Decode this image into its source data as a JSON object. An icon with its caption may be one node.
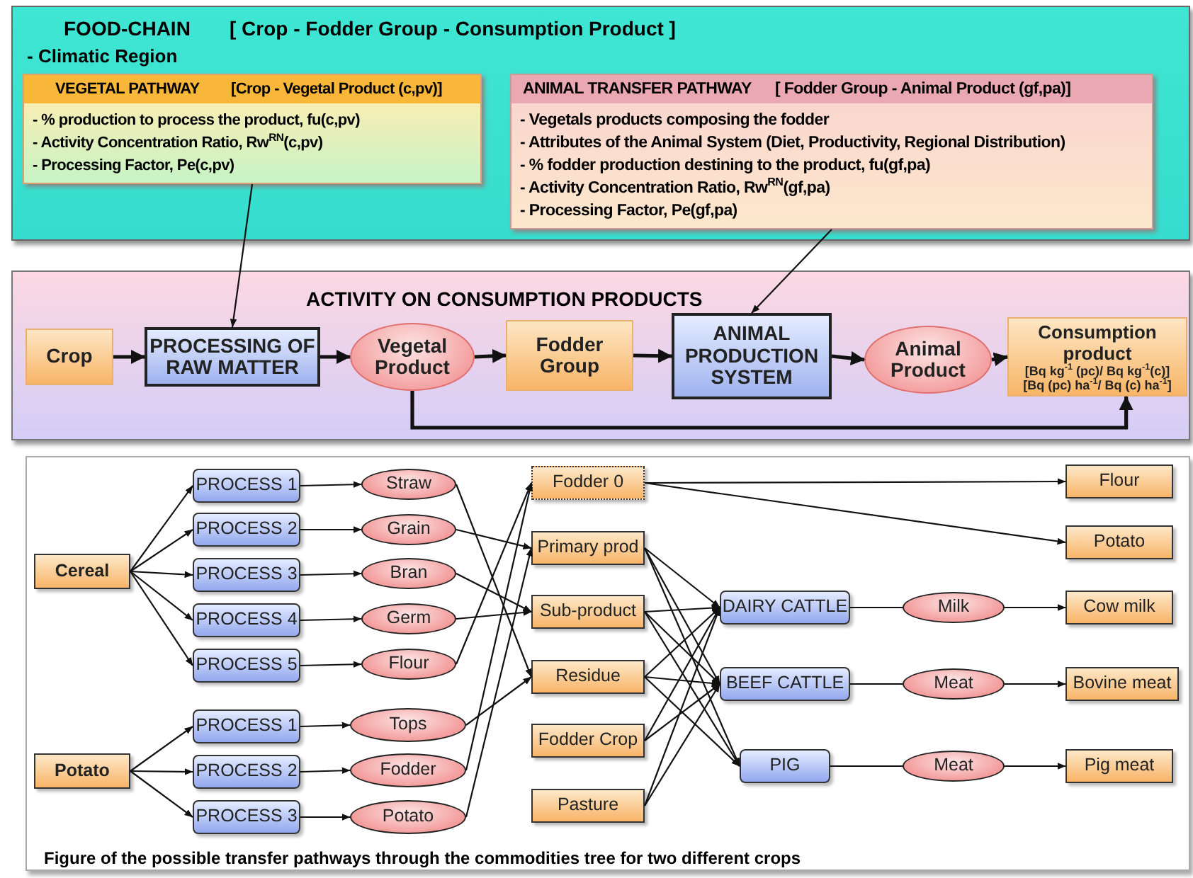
{
  "diagram": {
    "nodes": [
      {
        "text": [
          "FOOD-CHAIN",
          "[ Crop - Fodder Group - Consumption Product ]",
          "- Climatic Region"
        ]
      },
      {
        "text": [
          "VEGETAL PATHWAY",
          "[Crop - Vegetal Product (c,pv)]",
          "- % production to process the product, fu(c,pv)",
          "- Activity Concentration Ratio, Rw$^{RN}$(c,pv)",
          "- Processing Factor, Pe(c,pv)"
        ],
        "in": 0
      },
      {
        "text": [
          "ANIMAL TRANSFER PATHWAY",
          "[ Fodder Group - Animal Product (gf,pa)]",
          "- Vegetals products composing the fodder",
          "- Attributes of the Animal System (Diet, Productivity, Regional Distribution)",
          "- % fodder production destining to the product, fu(gf,pa)",
          "- Activity Concentration Ratio, Rw$^{RN}$(gf,pa)",
          "- Processing Factor, Pe(gf,pa)"
        ],
        "in": 0
      },
      {
        "text": [
          "ACTIVITY ON CONSUMPTION PRODUCTS"
        ]
      },
      {
        "text": [
          "Crop"
        ],
        "in": 3
      },
      {
        "text": [
          "PROCESSING OF RAW MATTER"
        ],
        "in": 3
      },
      {
        "text": [
          "Vegetal Product"
        ],
        "in": 3
      },
      {
        "text": [
          "Fodder Group"
        ],
        "in": 3
      },
      {
        "text": [
          "ANIMAL PRODUCTION SYSTEM"
        ],
        "in": 3
      },
      {
        "text": [
          "Animal Product"
        ],
        "in": 3
      },
      {
        "text": [
          "Consumption product",
          "[Bq kg$^{-1}$ (pc)/ Bq kg$^{-1}$(c)]",
          "[Bq (pc) ha$^{-1}$/ Bq (c) ha$^{-1}$]"
        ],
        "in": 3
      },
      {
        "text": [
          "Figure of the possible transfer pathways through the commodities tree for two different crops"
        ]
      },
      {
        "text": [
          "Cereal"
        ],
        "in": 11
      },
      {
        "text": [
          "Potato"
        ],
        "in": 11
      },
      {
        "text": [
          "PROCESS 1"
        ],
        "in": 11
      },
      {
        "text": [
          "PROCESS 2"
        ],
        "in": 11
      },
      {
        "text": [
          "PROCESS 3"
        ],
        "in": 11
      },
      {
        "text": [
          "PROCESS 4"
        ],
        "in": 11
      },
      {
        "text": [
          "PROCESS 5"
        ],
        "in": 11
      },
      {
        "text": [
          "PROCESS 1"
        ],
        "in": 11
      },
      {
        "text": [
          "PROCESS 2"
        ],
        "in": 11
      },
      {
        "text": [
          "PROCESS 3"
        ],
        "in": 11
      },
      {
        "text": [
          "Straw"
        ],
        "in": 11
      },
      {
        "text": [
          "Grain"
        ],
        "in": 11
      },
      {
        "text": [
          "Bran"
        ],
        "in": 11
      },
      {
        "text": [
          "Germ"
        ],
        "in": 11
      },
      {
        "text": [
          "Flour"
        ],
        "in": 11
      },
      {
        "text": [
          "Tops"
        ],
        "in": 11
      },
      {
        "text": [
          "Fodder"
        ],
        "in": 11
      },
      {
        "text": [
          "Potato"
        ],
        "in": 11
      },
      {
        "text": [
          "Fodder 0"
        ],
        "in": 11
      },
      {
        "text": [
          "Primary prod"
        ],
        "in": 11
      },
      {
        "text": [
          "Sub-product"
        ],
        "in": 11
      },
      {
        "text": [
          "Residue"
        ],
        "in": 11
      },
      {
        "text": [
          "Fodder Crop"
        ],
        "in": 11
      },
      {
        "text": [
          "Pasture"
        ],
        "in": 11
      },
      {
        "text": [
          "DAIRY CATTLE"
        ],
        "in": 11
      },
      {
        "text": [
          "BEEF CATTLE"
        ],
        "in": 11
      },
      {
        "text": [
          "PIG"
        ],
        "in": 11
      },
      {
        "text": [
          "Milk"
        ],
        "in": 11
      },
      {
        "text": [
          "Meat"
        ],
        "in": 11
      },
      {
        "text": [
          "Meat"
        ],
        "in": 11
      },
      {
        "text": [
          "Flour"
        ],
        "in": 11
      },
      {
        "text": [
          "Potato"
        ],
        "in": 11
      },
      {
        "text": [
          "Cow milk"
        ],
        "in": 11
      },
      {
        "text": [
          "Bovine meat"
        ],
        "in": 11
      },
      {
        "text": [
          "Pig meat"
        ],
        "in": 11
      }
    ],
    "edges": [
      {
        "from": 1,
        "to": 5,
        "arrow": "to"
      },
      {
        "from": 2,
        "to": 8,
        "arrow": "to"
      },
      {
        "from": 4,
        "to": 5,
        "arrow": "to",
        "style": "thick"
      },
      {
        "from": 5,
        "to": 6,
        "arrow": "to",
        "style": "thick"
      },
      {
        "from": 6,
        "to": 7,
        "arrow": "to",
        "style": "thick"
      },
      {
        "from": 7,
        "to": 8,
        "arrow": "to",
        "style": "thick"
      },
      {
        "from": 8,
        "to": 9,
        "arrow": "to",
        "style": "thick"
      },
      {
        "from": 9,
        "to": 10,
        "arrow": "to",
        "style": "thick"
      },
      {
        "from": 6,
        "to": 10,
        "arrow": "to",
        "style": "thick"
      },
      {
        "from": 12,
        "to": 14,
        "arrow": "to"
      },
      {
        "from": 12,
        "to": 15,
        "arrow": "to"
      },
      {
        "from": 12,
        "to": 16,
        "arrow": "to"
      },
      {
        "from": 12,
        "to": 17,
        "arrow": "to"
      },
      {
        "from": 12,
        "to": 18,
        "arrow": "to"
      },
      {
        "from": 13,
        "to": 19,
        "arrow": "to"
      },
      {
        "from": 13,
        "to": 20,
        "arrow": "to"
      },
      {
        "from": 13,
        "to": 21,
        "arrow": "to"
      },
      {
        "from": 14,
        "to": 22,
        "arrow": "to"
      },
      {
        "from": 15,
        "to": 23,
        "arrow": "to"
      },
      {
        "from": 16,
        "to": 24,
        "arrow": "to"
      },
      {
        "from": 17,
        "to": 25,
        "arrow": "to"
      },
      {
        "from": 18,
        "to": 26,
        "arrow": "to"
      },
      {
        "from": 19,
        "to": 27,
        "arrow": "to"
      },
      {
        "from": 20,
        "to": 28,
        "arrow": "to"
      },
      {
        "from": 21,
        "to": 29,
        "arrow": "to"
      },
      {
        "from": 22,
        "to": 33,
        "arrow": "to"
      },
      {
        "from": 23,
        "to": 31,
        "arrow": "to"
      },
      {
        "from": 24,
        "to": 32,
        "arrow": "to"
      },
      {
        "from": 25,
        "to": 32,
        "arrow": "to"
      },
      {
        "from": 26,
        "to": 30,
        "arrow": "to"
      },
      {
        "from": 27,
        "to": 33,
        "arrow": "to"
      },
      {
        "from": 28,
        "to": 30,
        "arrow": "to"
      },
      {
        "from": 29,
        "to": 31,
        "arrow": "to"
      },
      {
        "from": 30,
        "to": 42,
        "arrow": "to"
      },
      {
        "from": 30,
        "to": 43,
        "arrow": "to"
      },
      {
        "from": 31,
        "to": 36,
        "arrow": "to"
      },
      {
        "from": 31,
        "to": 37,
        "arrow": "to"
      },
      {
        "from": 31,
        "to": 38,
        "arrow": "to"
      },
      {
        "from": 32,
        "to": 36,
        "arrow": "to"
      },
      {
        "from": 32,
        "to": 37,
        "arrow": "to"
      },
      {
        "from": 32,
        "to": 38,
        "arrow": "to"
      },
      {
        "from": 33,
        "to": 36,
        "arrow": "to"
      },
      {
        "from": 33,
        "to": 37,
        "arrow": "to"
      },
      {
        "from": 33,
        "to": 38,
        "arrow": "to"
      },
      {
        "from": 34,
        "to": 36,
        "arrow": "to"
      },
      {
        "from": 34,
        "to": 37,
        "arrow": "to"
      },
      {
        "from": 35,
        "to": 36,
        "arrow": "to"
      },
      {
        "from": 35,
        "to": 37,
        "arrow": "to"
      },
      {
        "from": 36,
        "to": 39,
        "arrow": "none"
      },
      {
        "from": 37,
        "to": 40,
        "arrow": "none"
      },
      {
        "from": 38,
        "to": 41,
        "arrow": "none"
      },
      {
        "from": 39,
        "to": 44,
        "arrow": "to"
      },
      {
        "from": 40,
        "to": 45,
        "arrow": "to"
      },
      {
        "from": 41,
        "to": 46,
        "arrow": "to"
      }
    ]
  }
}
